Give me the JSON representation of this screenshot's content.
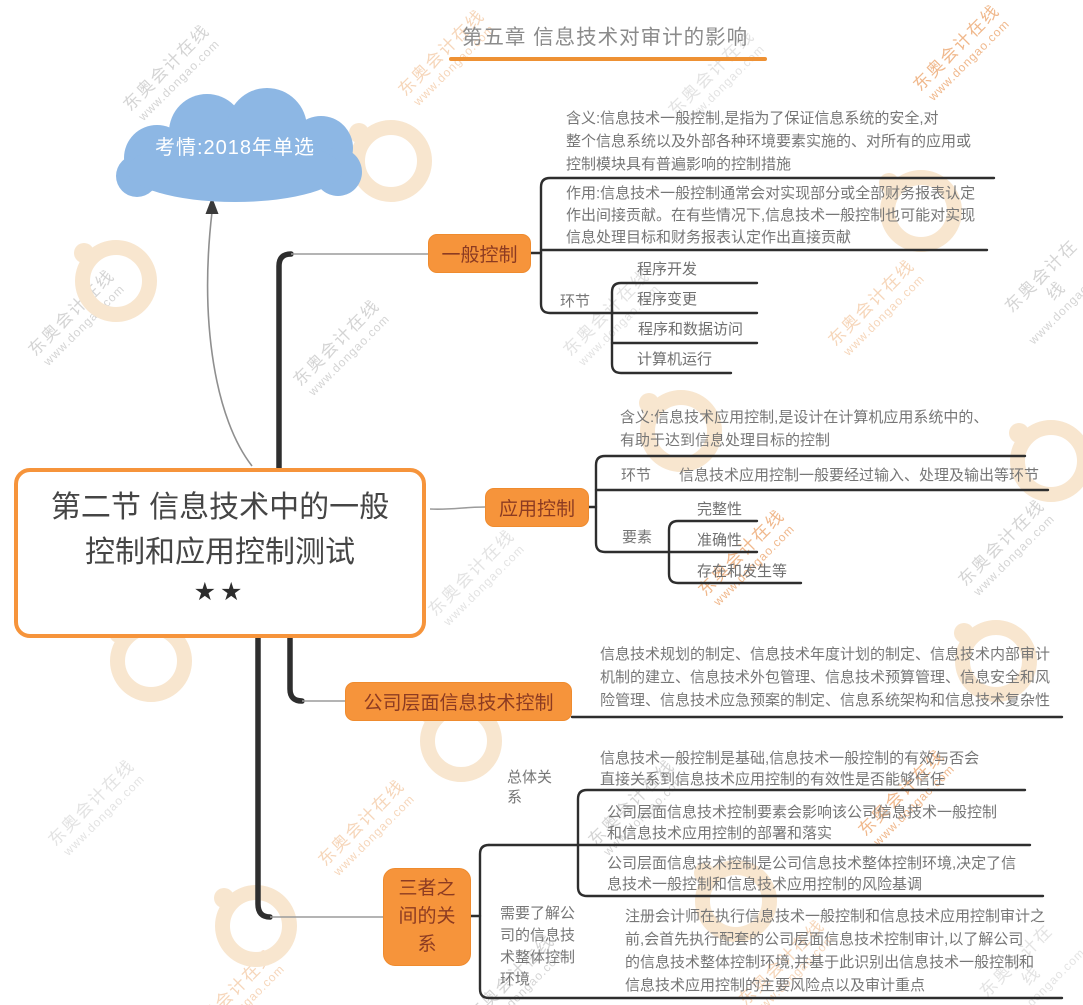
{
  "watermark": {
    "line1": "东奥会计在线",
    "line2": "www.dongao.com"
  },
  "header": {
    "title": "第五章 信息技术对审计的影响",
    "underline_color": "#ee9134"
  },
  "cloud": {
    "label": "考情:2018年单选",
    "fill": "#8db7e4"
  },
  "root": {
    "title": "第二节 信息技术中的一般控制和应用控制测试",
    "stars": "★★",
    "border_color": "#f6943b"
  },
  "colors": {
    "accent_orange": "#f6943b",
    "cloud_blue": "#8db7e4",
    "line_dark": "#2e2e2e",
    "text_gray": "#767676"
  },
  "branches": {
    "general": {
      "label": "一般控制",
      "meaning": "含义:信息技术一般控制,是指为了保证信息系统的安全,对\n整个信息系统以及外部各种环境要素实施的、对所有的应用或\n控制模块具有普遍影响的控制措施",
      "function": "作用:信息技术一般控制通常会对实现部分或全部财务报表认定\n作出间接贡献。在有些情况下,信息技术一般控制也可能对实现\n信息处理目标和财务报表认定作出直接贡献",
      "stages_label": "环节",
      "stages": [
        "程序开发",
        "程序变更",
        "程序和数据访问",
        "计算机运行"
      ]
    },
    "application": {
      "label": "应用控制",
      "meaning": "含义:信息技术应用控制,是设计在计算机应用系统中的、\n有助于达到信息处理目标的控制",
      "stages_label": "环节",
      "stages_text": "信息技术应用控制一般要经过输入、处理及输出等环节",
      "elements_label": "要素",
      "elements": [
        "完整性",
        "准确性",
        "存在和发生等"
      ]
    },
    "company": {
      "label": "公司层面信息技术控制",
      "content": "信息技术规划的制定、信息技术年度计划的制定、信息技术内部审计\n机制的建立、信息技术外包管理、信息技术预算管理、信息安全和风\n险管理、信息技术应急预案的制定、信息系统架构和信息技术复杂性"
    },
    "relationship": {
      "label": "三者之间的关系",
      "overall_label": "总体关系",
      "overall_points": [
        "信息技术一般控制是基础,信息技术一般控制的有效与否会\n直接关系到信息技术应用控制的有效性是否能够信任",
        "公司层面信息技术控制要素会影响该公司信息技术一般控制\n和信息技术应用控制的部署和落实",
        "公司层面信息技术控制是公司信息技术整体控制环境,决定了信\n息技术一般控制和信息技术应用控制的风险基调"
      ],
      "understand_label": "需要了解公司的信息技术整体控制环境",
      "understand_text": "注册会计师在执行信息技术一般控制和信息技术应用控制审计之\n前,会首先执行配套的公司层面信息技术控制审计,以了解公司\n的信息技术整体控制环境,并基于此识别出信息技术一般控制和\n信息技术应用控制的主要风险点以及审计重点"
    }
  }
}
